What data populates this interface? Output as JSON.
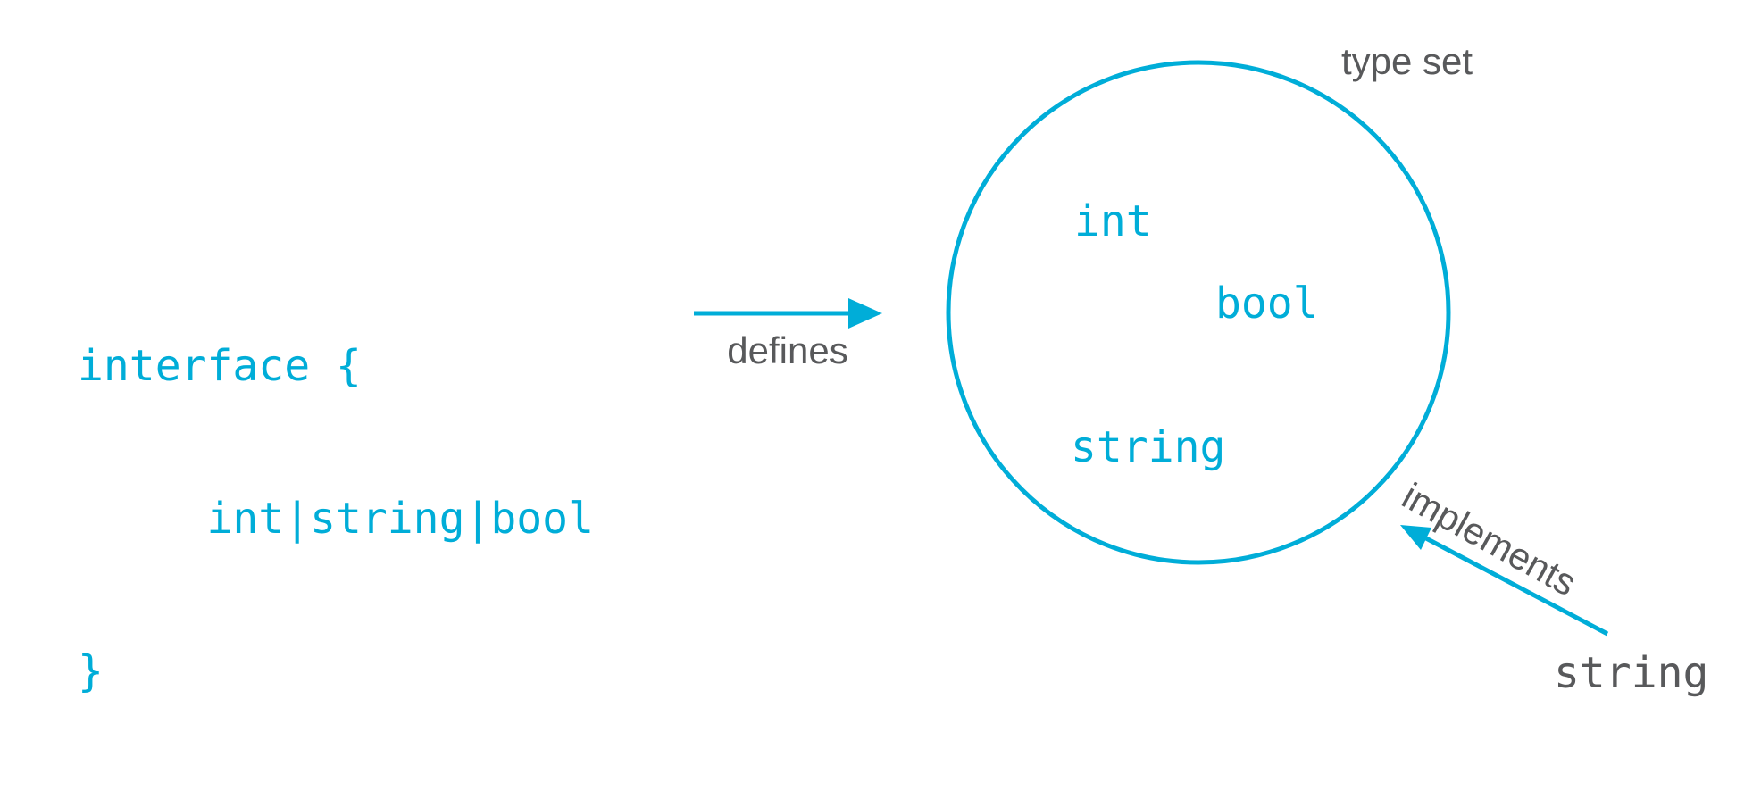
{
  "colors": {
    "accent_cyan": "#00ADD8",
    "label_gray": "#58595b",
    "background": "#ffffff"
  },
  "code": {
    "line1": "interface {",
    "line2": "     int|string|bool",
    "line3": "}"
  },
  "arrows": {
    "defines_label": "defines",
    "implements_label": "implements"
  },
  "type_set": {
    "title": "type set",
    "members": [
      "int",
      "bool",
      "string"
    ]
  },
  "implementer": {
    "label": "string"
  }
}
